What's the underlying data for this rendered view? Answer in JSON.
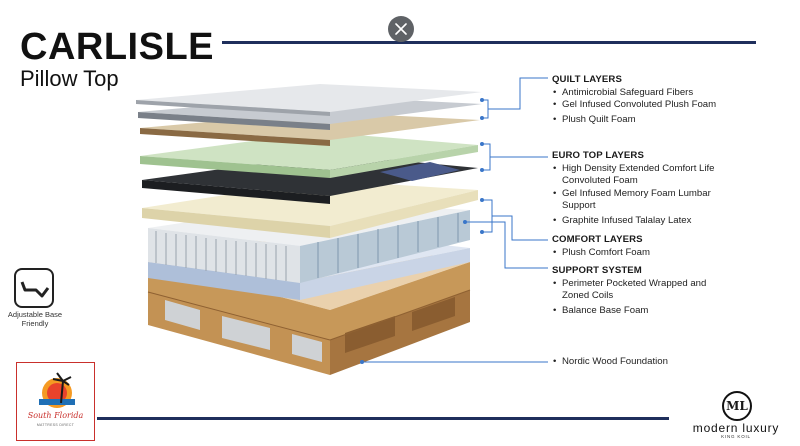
{
  "header": {
    "title": "CARLISLE",
    "subtitle": "Pillow Top"
  },
  "controls": {
    "close_icon": "close-icon"
  },
  "sections": {
    "quilt": {
      "heading": "QUILT LAYERS",
      "items": [
        "Antimicrobial Safeguard Fibers",
        "Gel Infused Convoluted Plush Foam",
        "Plush Quilt Foam"
      ]
    },
    "euro": {
      "heading": "EURO TOP LAYERS",
      "items": [
        "High Density Extended Comfort Life Convoluted Foam",
        "Gel Infused Memory Foam Lumbar Support",
        "Graphite Infused Talalay Latex"
      ]
    },
    "comfort": {
      "heading": "COMFORT LAYERS",
      "items": [
        "Plush Comfort Foam"
      ]
    },
    "support": {
      "heading": "SUPPORT SYSTEM",
      "items": [
        "Perimeter Pocketed Wrapped and Zoned Coils",
        "Balance Base Foam"
      ]
    },
    "foundation": {
      "items": [
        "Nordic Wood Foundation"
      ]
    }
  },
  "badge": {
    "label": "Adjustable Base Friendly",
    "icon": "adjustable-base-icon"
  },
  "store_logo": {
    "name": "South Florida",
    "tagline": "MATTRESS DIRECT"
  },
  "brand": {
    "monogram": "ML",
    "name": "modern luxury",
    "sub": "KING KOIL"
  },
  "colors": {
    "accent_rule": "#1f2f5c",
    "callout_line": "#3a76c9",
    "wood": "#b8874a"
  }
}
